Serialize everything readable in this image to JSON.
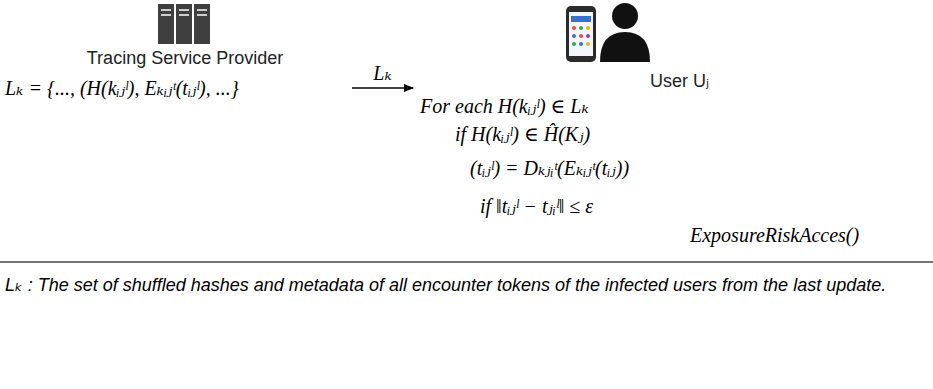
{
  "diagram": {
    "caption": "Lₖ : The set of shuffled hashes and metadata of all encounter tokens of the infected users from the last update.",
    "nodes": [
      {
        "text": [
          "Tracing Service Provider",
          "Lₖ = {..., (H(kᵢⱼˡ), Eₖᵢⱼᵗ(tᵢⱼˡ), ...}"
        ]
      },
      {
        "text": [
          "User Uⱼ",
          "For each H(kᵢⱼˡ) ∈ Lₖ",
          "if H(kᵢⱼˡ) ∈ Ĥ(Kⱼ)",
          "(tᵢⱼˡ) = Dₖⱼᵢᵗ(Eₖᵢⱼᵗ(tᵢⱼ))",
          "if ‖tᵢⱼˡ − tⱼᵢˡ‖ ≤ ε",
          "ExposureRiskAcces()"
        ]
      }
    ],
    "edges": [
      {
        "from": 0,
        "to": 1,
        "label": "Lₖ",
        "arrow": "to"
      }
    ]
  }
}
